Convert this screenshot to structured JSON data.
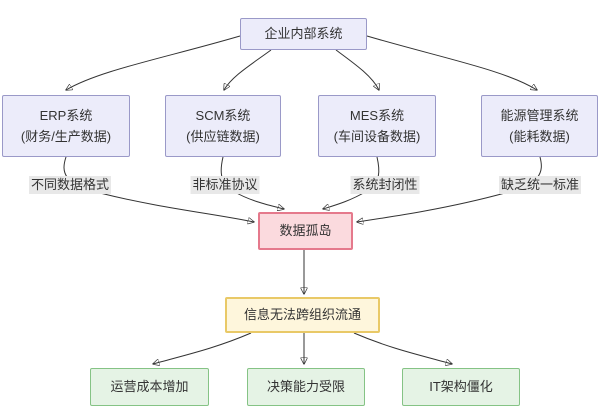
{
  "diagram": {
    "type": "flowchart",
    "colors": {
      "lavender_fill": "#ececfa",
      "lavender_border": "#9a99c8",
      "red_fill": "#fbdade",
      "red_border": "#e5798c",
      "yellow_fill": "#fef6dc",
      "yellow_border": "#e9c967",
      "green_fill": "#e5f3e5",
      "green_border": "#85c385",
      "label_bg": "#e8e8e8",
      "edge_color": "#333333",
      "text_color": "#333333"
    },
    "nodes": {
      "root": {
        "label": "企业内部系统"
      },
      "erp": {
        "label": "ERP系统",
        "sublabel": "(财务/生产数据)"
      },
      "scm": {
        "label": "SCM系统",
        "sublabel": "(供应链数据)"
      },
      "mes": {
        "label": "MES系统",
        "sublabel": "(车间设备数据)"
      },
      "energy": {
        "label": "能源管理系统",
        "sublabel": "(能耗数据)"
      },
      "island": {
        "label": "数据孤岛"
      },
      "info": {
        "label": "信息无法跨组织流通"
      },
      "cost": {
        "label": "运营成本增加"
      },
      "decision": {
        "label": "决策能力受限"
      },
      "it": {
        "label": "IT架构僵化"
      }
    },
    "edge_labels": {
      "erp_island": "不同数据格式",
      "scm_island": "非标准协议",
      "mes_island": "系统封闭性",
      "energy_island": "缺乏统一标准"
    }
  }
}
